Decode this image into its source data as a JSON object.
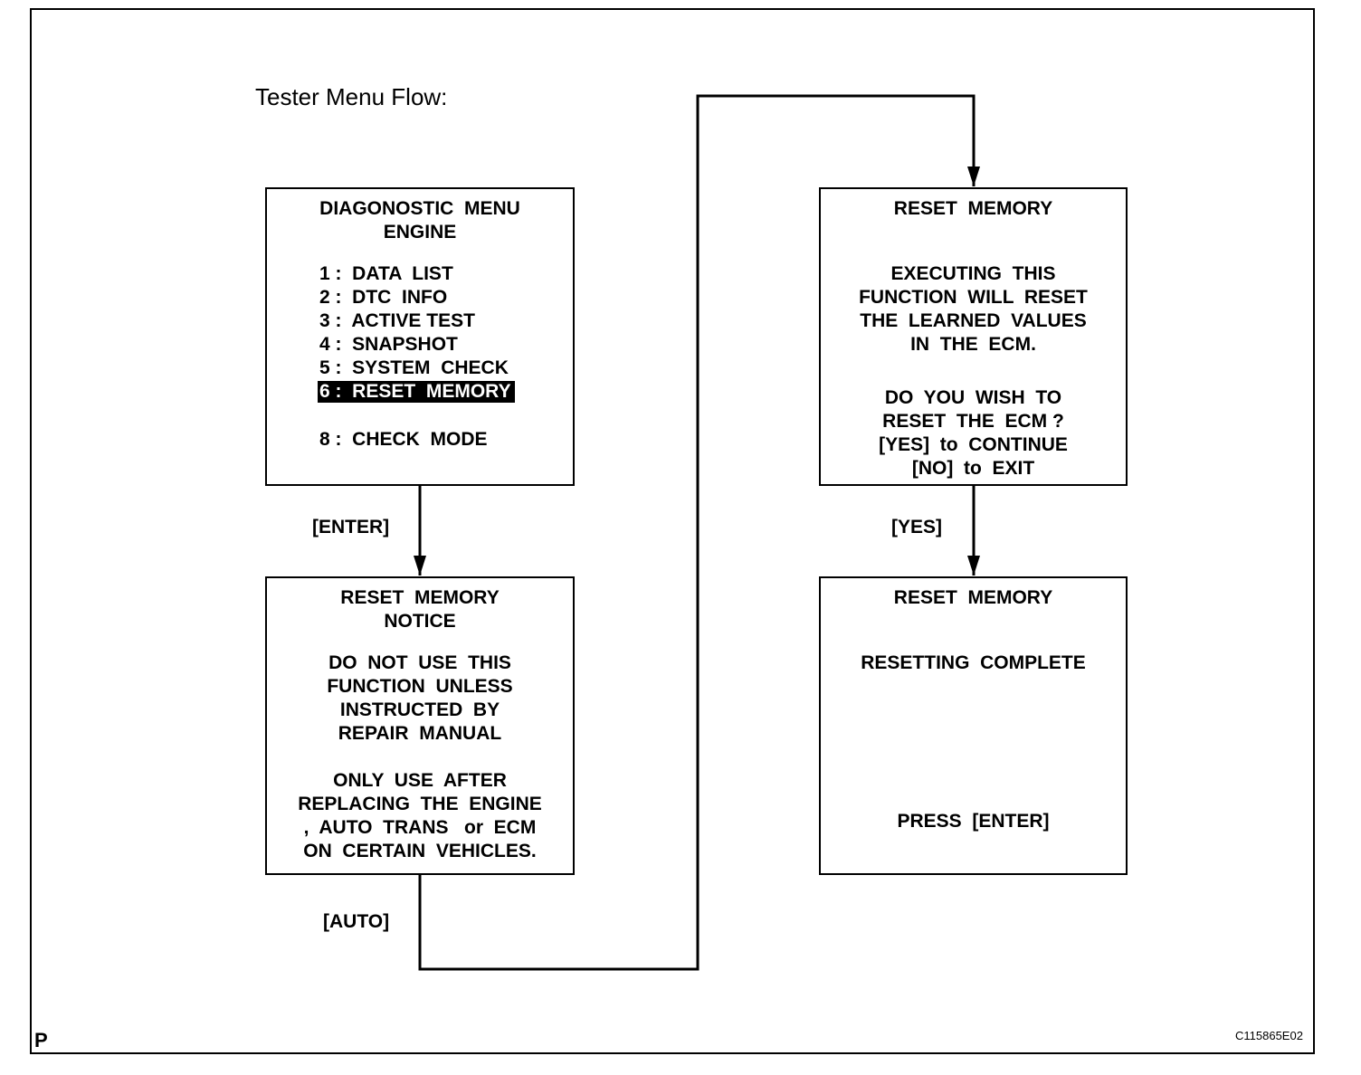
{
  "title": "Tester Menu Flow:",
  "box_diag": {
    "line1": "DIAGONOSTIC  MENU",
    "line2": "ENGINE",
    "items": [
      "1 :  DATA  LIST",
      "2 :  DTC  INFO",
      "3 :  ACTIVE TEST",
      "4 :  SNAPSHOT",
      "5 :  SYSTEM  CHECK",
      "6 :  RESET  MEMORY",
      "8 :  CHECK  MODE"
    ],
    "selected_index": 5
  },
  "box_notice": {
    "lines": [
      "RESET  MEMORY",
      "NOTICE",
      "DO  NOT  USE  THIS",
      "FUNCTION  UNLESS",
      "INSTRUCTED  BY",
      "REPAIR  MANUAL",
      "ONLY  USE  AFTER",
      "REPLACING  THE  ENGINE",
      ",  AUTO  TRANS   or  ECM",
      "ON  CERTAIN  VEHICLES."
    ]
  },
  "box_confirm": {
    "lines": [
      "RESET  MEMORY",
      "EXECUTING  THIS",
      "FUNCTION  WILL  RESET",
      "THE  LEARNED  VALUES",
      "IN  THE  ECM.",
      "DO  YOU  WISH  TO",
      "RESET  THE  ECM ?",
      "[YES]  to  CONTINUE",
      "[NO]  to  EXIT"
    ]
  },
  "box_complete": {
    "lines": [
      "RESET  MEMORY",
      "RESETTING  COMPLETE",
      "PRESS  [ENTER]"
    ]
  },
  "labels": {
    "enter": "[ENTER]",
    "auto": "[AUTO]",
    "yes": "[YES]"
  },
  "footer": {
    "left": "P",
    "right": "C115865E02"
  }
}
